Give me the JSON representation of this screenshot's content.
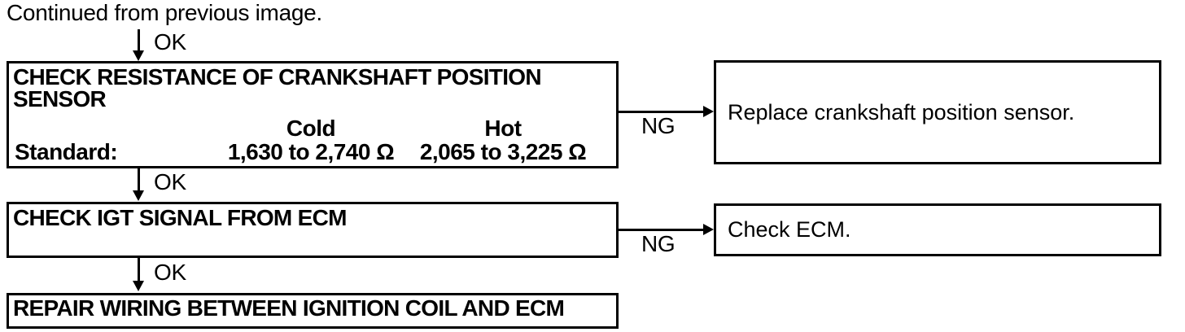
{
  "canvas": {
    "background": "#ffffff",
    "line_color": "#000000"
  },
  "continued_text": "Continued from previous image.",
  "labels": {
    "ok": "OK",
    "ng": "NG"
  },
  "step1": {
    "title": "CHECK RESISTANCE OF CRANKSHAFT POSITION SENSOR",
    "standard_label": "Standard:",
    "cold_header": "Cold",
    "hot_header": "Hot",
    "cold_value": "1,630 to 2,740 Ω",
    "hot_value": "2,065 to 3,225 Ω",
    "ng_result": "Replace crankshaft position sensor."
  },
  "step2": {
    "title": "CHECK IGT SIGNAL FROM ECM",
    "ng_result": "Check ECM."
  },
  "step3": {
    "title": "REPAIR WIRING BETWEEN IGNITION COIL AND ECM"
  }
}
